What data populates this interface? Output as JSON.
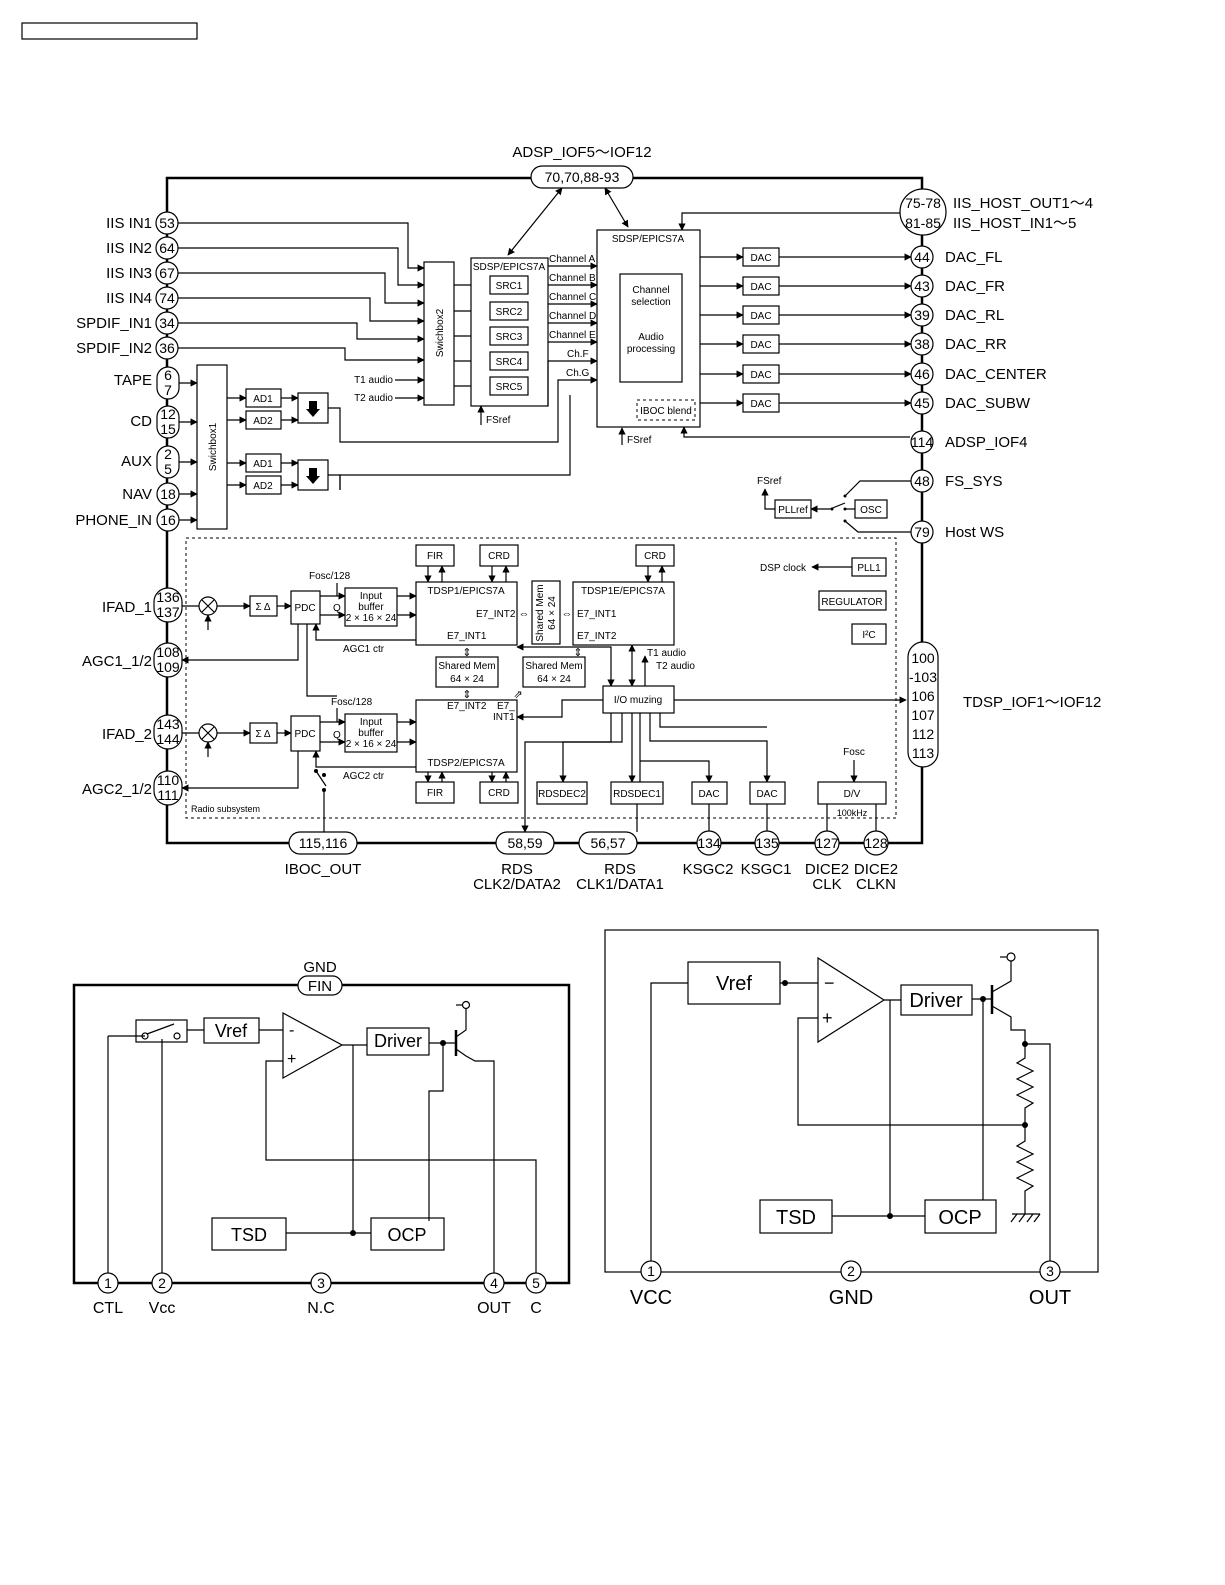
{
  "main_diagram": {
    "top_label": "ADSP_IOF5～IOF12",
    "top_pins": "70,70,88-93",
    "left_inputs": [
      {
        "label": "IIS IN1",
        "pin": "53"
      },
      {
        "label": "IIS IN2",
        "pin": "64"
      },
      {
        "label": "IIS IN3",
        "pin": "67"
      },
      {
        "label": "IIS IN4",
        "pin": "74"
      },
      {
        "label": "SPDIF_IN1",
        "pin": "34"
      },
      {
        "label": "SPDIF_IN2",
        "pin": "36"
      }
    ],
    "analog_inputs": [
      {
        "label": "TAPE",
        "pins": [
          "6",
          "7"
        ]
      },
      {
        "label": "CD",
        "pins": [
          "12",
          "15"
        ]
      },
      {
        "label": "AUX",
        "pins": [
          "2",
          "5"
        ]
      },
      {
        "label": "NAV",
        "pins": [
          "18"
        ]
      },
      {
        "label": "PHONE_IN",
        "pins": [
          "16"
        ]
      }
    ],
    "radio_pins": [
      {
        "label": "IFAD_1",
        "pins": [
          "136",
          "137"
        ]
      },
      {
        "label": "AGC1_1/2",
        "pins": [
          "108",
          "109"
        ]
      },
      {
        "label": "IFAD_2",
        "pins": [
          "143",
          "144"
        ]
      },
      {
        "label": "AGC2_1/2",
        "pins": [
          "110",
          "111"
        ]
      }
    ],
    "host_pins": {
      "pins": [
        "75-78",
        "81-85"
      ],
      "labels": [
        "IIS_HOST_OUT1～4",
        "IIS_HOST_IN1～5"
      ]
    },
    "dac_outputs": [
      {
        "pin": "44",
        "label": "DAC_FL"
      },
      {
        "pin": "43",
        "label": "DAC_FR"
      },
      {
        "pin": "39",
        "label": "DAC_RL"
      },
      {
        "pin": "38",
        "label": "DAC_RR"
      },
      {
        "pin": "46",
        "label": "DAC_CENTER"
      },
      {
        "pin": "45",
        "label": "DAC_SUBW"
      }
    ],
    "right_pins": [
      {
        "pin": "114",
        "label": "ADSP_IOF4"
      },
      {
        "pin": "48",
        "label": "FS_SYS"
      },
      {
        "pin": "79",
        "label": "Host WS"
      }
    ],
    "tdsp_pins": {
      "pins": [
        "100",
        "-103",
        "106",
        "107",
        "112",
        "113"
      ],
      "label": "TDSP_IOF1～IOF12"
    },
    "bottom_pins": [
      {
        "pin": "115,116",
        "label1": "IBOC_OUT",
        "label2": ""
      },
      {
        "pin": "58,59",
        "label1": "RDS",
        "label2": "CLK2/DATA2"
      },
      {
        "pin": "56,57",
        "label1": "RDS",
        "label2": "CLK1/DATA1"
      },
      {
        "pin": "134",
        "label1": "KSGC2",
        "label2": ""
      },
      {
        "pin": "135",
        "label1": "KSGC1",
        "label2": ""
      },
      {
        "pin": "127",
        "label1": "DICE2",
        "label2": "CLK"
      },
      {
        "pin": "128",
        "label1": "DICE2",
        "label2": "CLKN"
      }
    ],
    "blocks": {
      "switchbox2": "Swichbox2",
      "switchbox1": "Swichbox1",
      "sdsp_src": "SDSP/EPICS7A",
      "srcs": [
        "SRC1",
        "SRC2",
        "SRC3",
        "SRC4",
        "SRC5"
      ],
      "t1_audio": "T1 audio",
      "t2_audio": "T2 audio",
      "fsref": "FSref",
      "channels": [
        "Channel A",
        "Channel B",
        "Channel C",
        "Channel D",
        "Channel E",
        "Ch.F",
        "Ch.G"
      ],
      "sdsp_main": "SDSP/EPICS7A",
      "channel_selection": [
        "Channel",
        "selection"
      ],
      "audio_processing": [
        "Audio",
        "processing"
      ],
      "iboc_blend": "IBOC blend",
      "dac": "DAC",
      "ad1": "AD1",
      "ad2": "AD2",
      "pllref": "PLLref",
      "osc": "OSC",
      "dsp_clock": "DSP clock",
      "pll1": "PLL1",
      "regulator": "REGULATOR",
      "i2c": "I²C",
      "fir": "FIR",
      "crd": "CRD",
      "tdsp1": "TDSP1/EPICS7A",
      "tdsp1e": "TDSP1E/EPICS7A",
      "tdsp2": "TDSP2/EPICS7A",
      "e7_int1": "E7_INT1",
      "e7_int2": "E7_INT2",
      "e7": "E7_",
      "int1": "INT1",
      "shared_mem": "Shared Mem",
      "mem_size": "64 × 24",
      "fosc128": "Fosc/128",
      "pdc": "PDC",
      "q": "Q",
      "input_buffer": [
        "Input",
        "buffer",
        "2 × 16 × 24"
      ],
      "sigma_delta": "Σ Δ",
      "agc1_ctr": "AGC1 ctr",
      "agc2_ctr": "AGC2 ctr",
      "io_muzing": "I/O muzing",
      "rdsdec2": "RDSDEC2",
      "rdsdec1": "RDSDEC1",
      "dv": "D/V",
      "fosc": "Fosc",
      "khz": "100kHz",
      "radio_subsystem": "Radio subsystem"
    }
  },
  "regulator1": {
    "gnd": "GND",
    "fin": "FIN",
    "vref": "Vref",
    "minus": "-",
    "plus": "+",
    "driver": "Driver",
    "tsd": "TSD",
    "ocp": "OCP",
    "pins": [
      {
        "num": "1",
        "label": "CTL"
      },
      {
        "num": "2",
        "label": "Vcc"
      },
      {
        "num": "3",
        "label": "N.C"
      },
      {
        "num": "4",
        "label": "OUT"
      },
      {
        "num": "5",
        "label": "C"
      }
    ]
  },
  "regulator2": {
    "vref": "Vref",
    "minus": "−",
    "plus": "+",
    "driver": "Driver",
    "tsd": "TSD",
    "ocp": "OCP",
    "pins": [
      {
        "num": "1",
        "label": "VCC"
      },
      {
        "num": "2",
        "label": "GND"
      },
      {
        "num": "3",
        "label": "OUT"
      }
    ]
  }
}
